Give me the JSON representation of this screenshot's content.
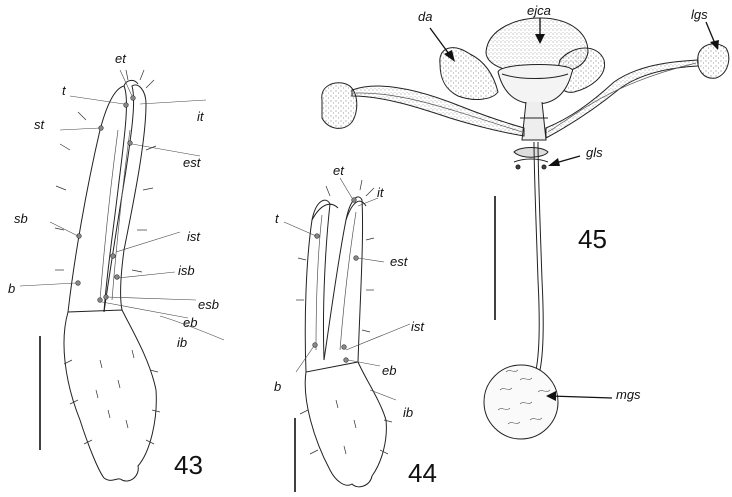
{
  "figure_43": {
    "number": "43",
    "labels": {
      "et": "et",
      "t": "t",
      "st": "st",
      "it": "it",
      "est": "est",
      "sb": "sb",
      "ist": "ist",
      "isb": "isb",
      "b": "b",
      "esb": "esb",
      "eb": "eb",
      "ib": "ib"
    }
  },
  "figure_44": {
    "number": "44",
    "labels": {
      "et": "et",
      "it": "it",
      "t": "t",
      "est": "est",
      "ist": "ist",
      "b": "b",
      "eb": "eb",
      "ib": "ib"
    }
  },
  "figure_45": {
    "number": "45",
    "labels": {
      "da": "da",
      "ejca": "ejca",
      "lgs": "lgs",
      "gls": "gls",
      "mgs": "mgs"
    }
  }
}
